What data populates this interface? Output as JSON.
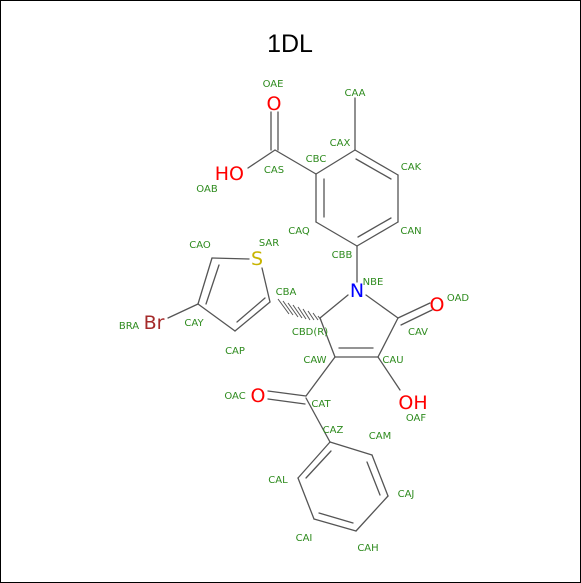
{
  "title": "1DL",
  "colors": {
    "carbon_label": "#2e8b1e",
    "oxygen": "#ff0000",
    "nitrogen": "#0000ff",
    "sulfur": "#c8b400",
    "bromine": "#a52a2a",
    "bond": "#555555"
  },
  "elements": {
    "O": "O",
    "HO": "HO",
    "OH": "OH",
    "N": "N",
    "S": "S",
    "Br": "Br"
  },
  "atom_names": {
    "OAE": "OAE",
    "CAA": "CAA",
    "CAX": "CAX",
    "CBC": "CBC",
    "CAS": "CAS",
    "CAK": "CAK",
    "OAB": "OAB",
    "CAQ": "CAQ",
    "CAN": "CAN",
    "CBB": "CBB",
    "CAO": "CAO",
    "SAR": "SAR",
    "NBE": "NBE",
    "CBA": "CBA",
    "OAD": "OAD",
    "BRA": "BRA",
    "CAY": "CAY",
    "CBD": "CBD(R)",
    "CAV": "CAV",
    "CAP": "CAP",
    "CAW": "CAW",
    "CAU": "CAU",
    "OAC": "OAC",
    "CAT": "CAT",
    "OAF": "OAF",
    "CAZ": "CAZ",
    "CAM": "CAM",
    "CAL": "CAL",
    "CAJ": "CAJ",
    "CAI": "CAI",
    "CAH": "CAH"
  }
}
